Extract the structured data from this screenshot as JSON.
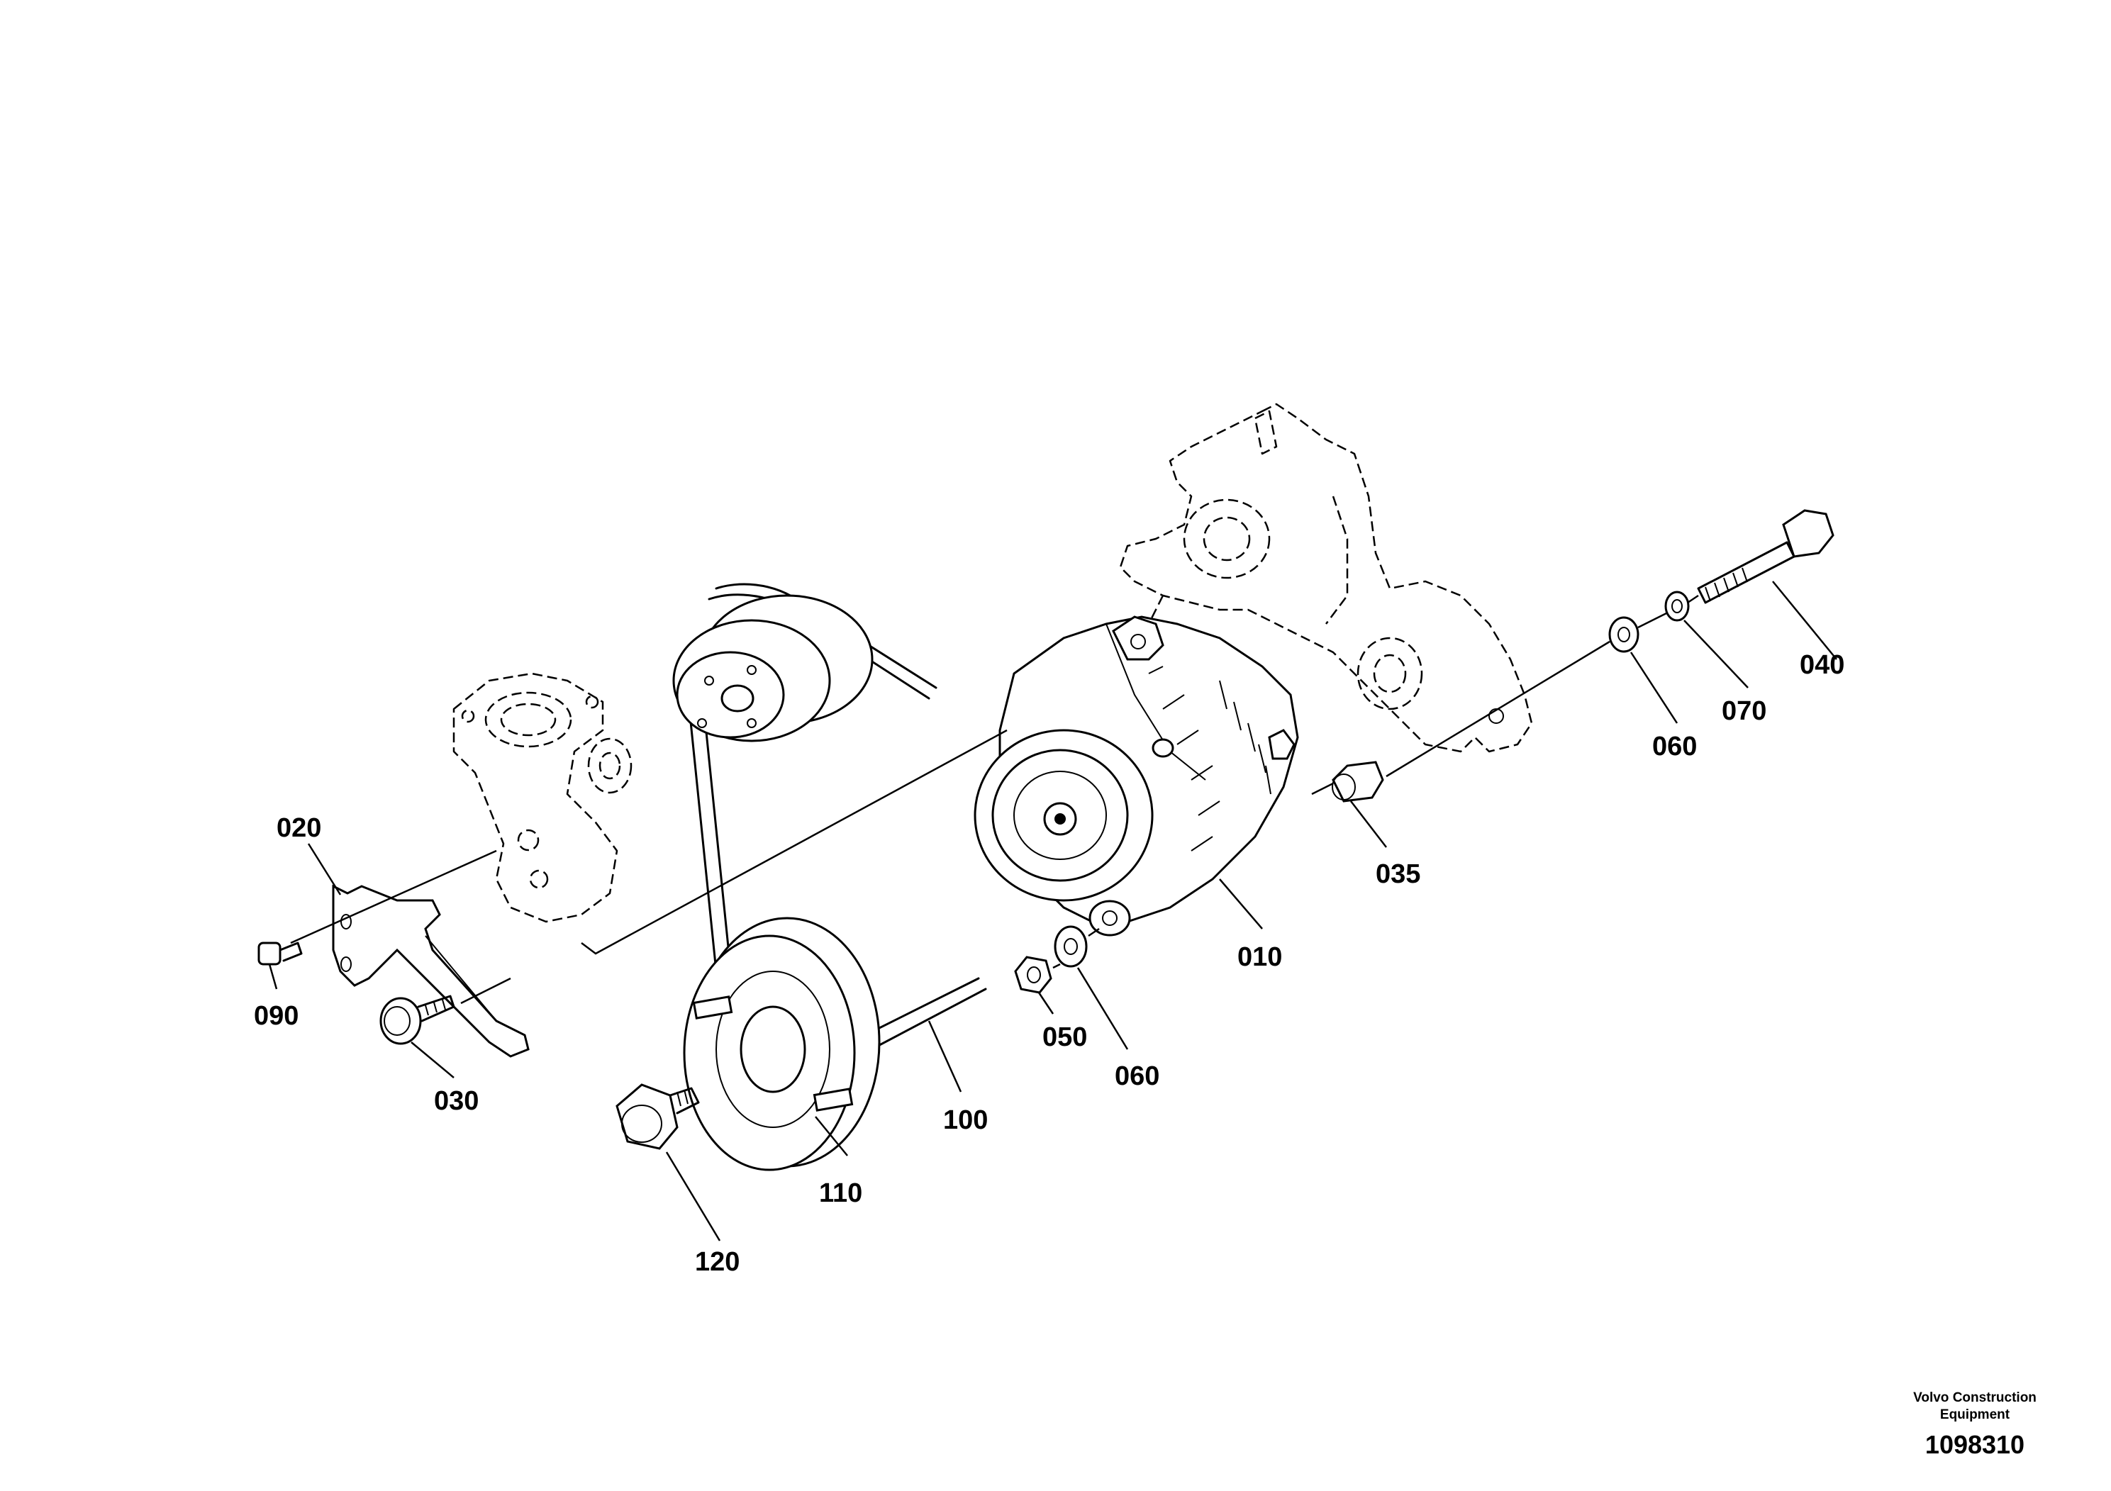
{
  "diagram": {
    "parts": [
      {
        "key": "p010",
        "label": "010",
        "name": "alternator"
      },
      {
        "key": "p020",
        "label": "020",
        "name": "bracket"
      },
      {
        "key": "p030",
        "label": "030",
        "name": "bolt"
      },
      {
        "key": "p035",
        "label": "035",
        "name": "spacer"
      },
      {
        "key": "p040",
        "label": "040",
        "name": "bolt"
      },
      {
        "key": "p050",
        "label": "050",
        "name": "nut"
      },
      {
        "key": "p060a",
        "label": "060",
        "name": "washer"
      },
      {
        "key": "p060b",
        "label": "060",
        "name": "washer"
      },
      {
        "key": "p070",
        "label": "070",
        "name": "spring washer"
      },
      {
        "key": "p090",
        "label": "090",
        "name": "bolt"
      },
      {
        "key": "p100",
        "label": "100",
        "name": "v-belt"
      },
      {
        "key": "p110",
        "label": "110",
        "name": "pulley"
      },
      {
        "key": "p120",
        "label": "120",
        "name": "bolt"
      }
    ],
    "labels": {
      "p010": "010",
      "p020": "020",
      "p030": "030",
      "p035": "035",
      "p040": "040",
      "p050": "050",
      "p060a": "060",
      "p060b": "060",
      "p070": "070",
      "p090": "090",
      "p100": "100",
      "p110": "110",
      "p120": "120"
    }
  },
  "brand": {
    "line1": "Volvo Construction",
    "line2": "Equipment",
    "doc_number": "1098310"
  }
}
